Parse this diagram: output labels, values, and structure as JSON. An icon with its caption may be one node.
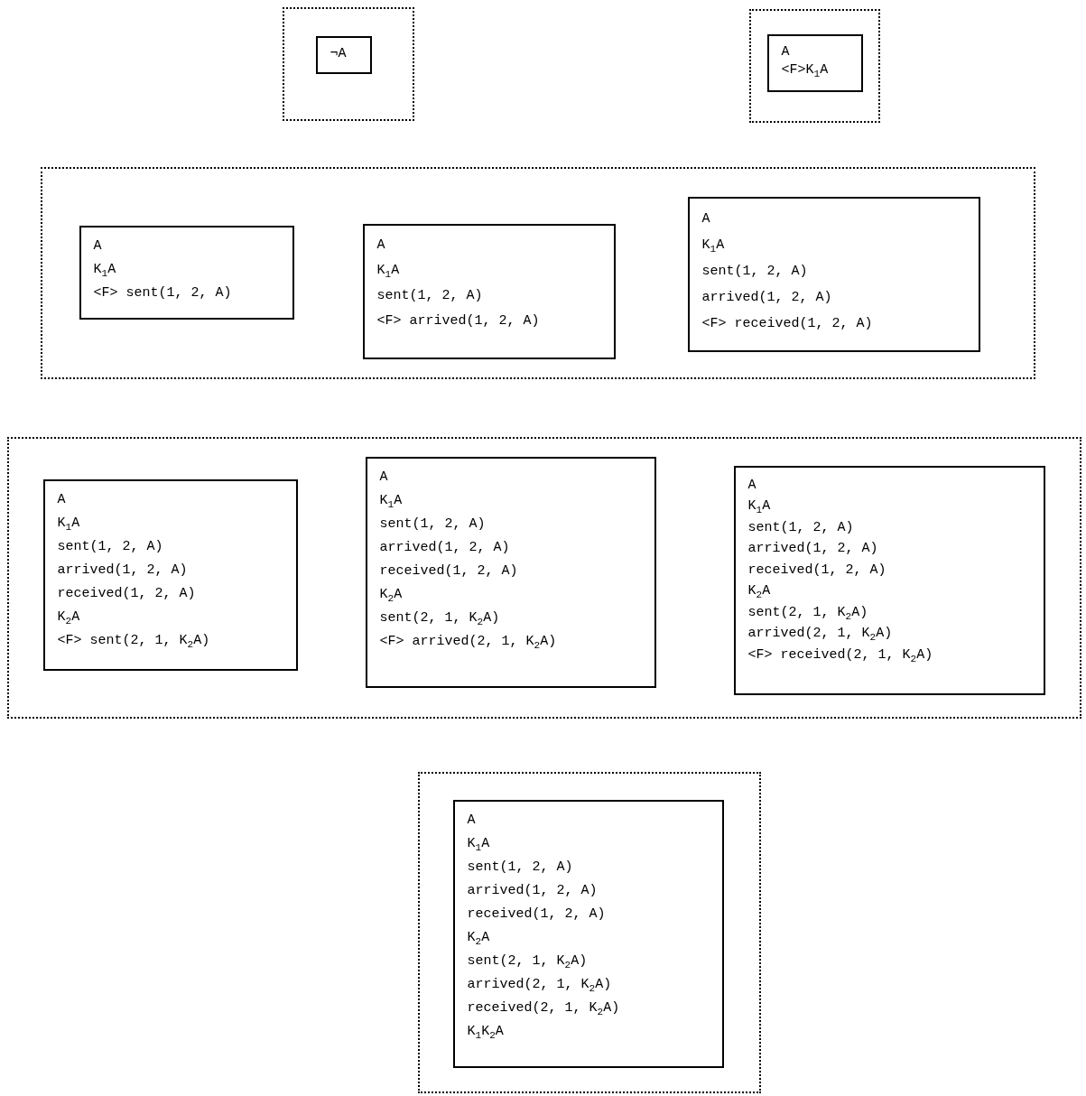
{
  "diagram": {
    "nodes": [
      {
        "text": [],
        "shape": "box"
      },
      {
        "text": [
          "¬A"
        ],
        "in": 0
      },
      {
        "text": [],
        "shape": "box"
      },
      {
        "text": [
          "A",
          "<F>K$_{1}$A"
        ],
        "in": 2
      },
      {
        "text": [],
        "shape": "box"
      },
      {
        "text": [
          "A",
          "K$_{1}$A",
          "<F> sent(1, 2, A)"
        ],
        "in": 4
      },
      {
        "text": [
          "A",
          "K$_{1}$A",
          "sent(1, 2, A)",
          "<F> arrived(1, 2, A)"
        ],
        "in": 4
      },
      {
        "text": [
          "A",
          "K$_{1}$A",
          "sent(1, 2, A)",
          "arrived(1, 2, A)",
          "<F> received(1, 2, A)"
        ],
        "in": 4
      },
      {
        "text": [],
        "shape": "box"
      },
      {
        "text": [
          "A",
          "K$_{1}$A",
          "sent(1, 2, A)",
          "arrived(1, 2, A)",
          "received(1, 2, A)",
          "K$_{2}$A",
          "<F> sent(2, 1, K$_{2}$A)"
        ],
        "in": 8
      },
      {
        "text": [
          "A",
          "K$_{1}$A",
          "sent(1, 2, A)",
          "arrived(1, 2, A)",
          "received(1, 2, A)",
          "K$_{2}$A",
          "sent(2, 1, K$_{2}$A)",
          "<F> arrived(2, 1, K$_{2}$A)"
        ],
        "in": 8
      },
      {
        "text": [
          "A",
          "K$_{1}$A",
          "sent(1, 2, A)",
          "arrived(1, 2, A)",
          "received(1, 2, A)",
          "K$_{2}$A",
          "sent(2, 1, K$_{2}$A)",
          "arrived(2, 1, K$_{2}$A)",
          "<F> received(2, 1, K$_{2}$A)"
        ],
        "in": 8
      },
      {
        "text": [],
        "shape": "box"
      },
      {
        "text": [
          "A",
          "K$_{1}$A",
          "sent(1, 2, A)",
          "arrived(1, 2, A)",
          "received(1, 2, A)",
          "K$_{2}$A",
          "sent(2, 1, K$_{2}$A)",
          "arrived(2, 1, K$_{2}$A)",
          "received(2, 1, K$_{2}$A)",
          "K$_{1}$K$_{2}$A"
        ],
        "in": 12
      }
    ]
  }
}
